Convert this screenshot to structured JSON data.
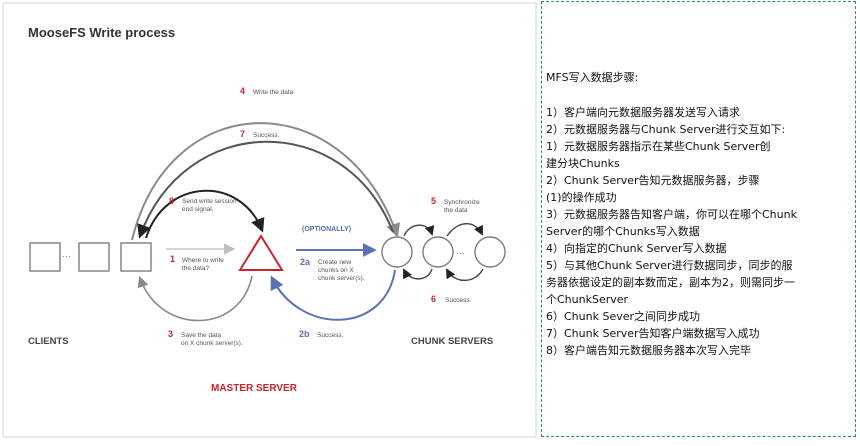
{
  "diagram": {
    "title": "MooseFS Write process",
    "labels": {
      "clients": "CLIENTS",
      "chunk_servers": "CHUNK SERVERS",
      "master_server": "MASTER SERVER",
      "optionally": "(OPTIONALLY)",
      "ellipsis": "···"
    },
    "steps": [
      {
        "num": "1",
        "text": [
          "Where to write",
          "the data?"
        ]
      },
      {
        "num": "2a",
        "text": [
          "Create new",
          "chunks on X",
          "chunk server(s)."
        ]
      },
      {
        "num": "2b",
        "text": [
          "Success."
        ]
      },
      {
        "num": "3",
        "text": [
          "Save the data",
          "on X chunk server(s)."
        ]
      },
      {
        "num": "4",
        "text": [
          "Write the data"
        ]
      },
      {
        "num": "5",
        "text": [
          "Synchronize",
          "the data"
        ]
      },
      {
        "num": "6",
        "text": [
          "Success."
        ]
      },
      {
        "num": "7",
        "text": [
          "Success."
        ]
      },
      {
        "num": "8",
        "text": [
          "Send write session",
          "end signal."
        ]
      }
    ],
    "colors": {
      "accent_red": "#c8262e",
      "accent_blue": "#5b73b4",
      "arrow_grey": "#8a8a8a",
      "node_grey": "#7d7d7d"
    }
  },
  "notes": {
    "lines": [
      "MFS写入数据步骤:",
      "",
      "1）客户端向元数据服务器发送写入请求",
      "2）元数据服务器与Chunk Server进行交互如下:",
      "    1）元数据服务器指示在某些Chunk Server创",
      "建分块Chunks",
      "    2）Chunk Server告知元数据服务器，步骤",
      "(1)的操作成功",
      "3）元数据服务器告知客户端，你可以在哪个Chunk",
      "Server的哪个Chunks写入数据",
      "4）向指定的Chunk Server写入数据",
      "5）与其他Chunk Server进行数据同步，同步的服",
      "务器依据设定的副本数而定，副本为2，则需同步一",
      "个ChunkServer",
      "6）Chunk Sever之间同步成功",
      "7）Chunk Server告知客户端数据写入成功",
      "8）客户端告知元数据服务器本次写入完毕"
    ]
  }
}
